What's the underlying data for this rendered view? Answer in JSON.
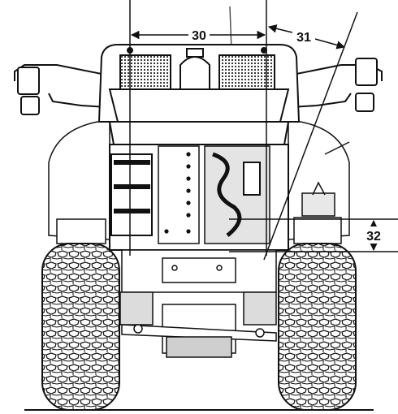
{
  "labels": {
    "dim_30": "30",
    "dim_31": "31",
    "dim_32": "32"
  },
  "colors": {
    "ink": "#111111",
    "paper": "#ffffff",
    "shade": "#cfcfcf",
    "dark": "#333333"
  }
}
